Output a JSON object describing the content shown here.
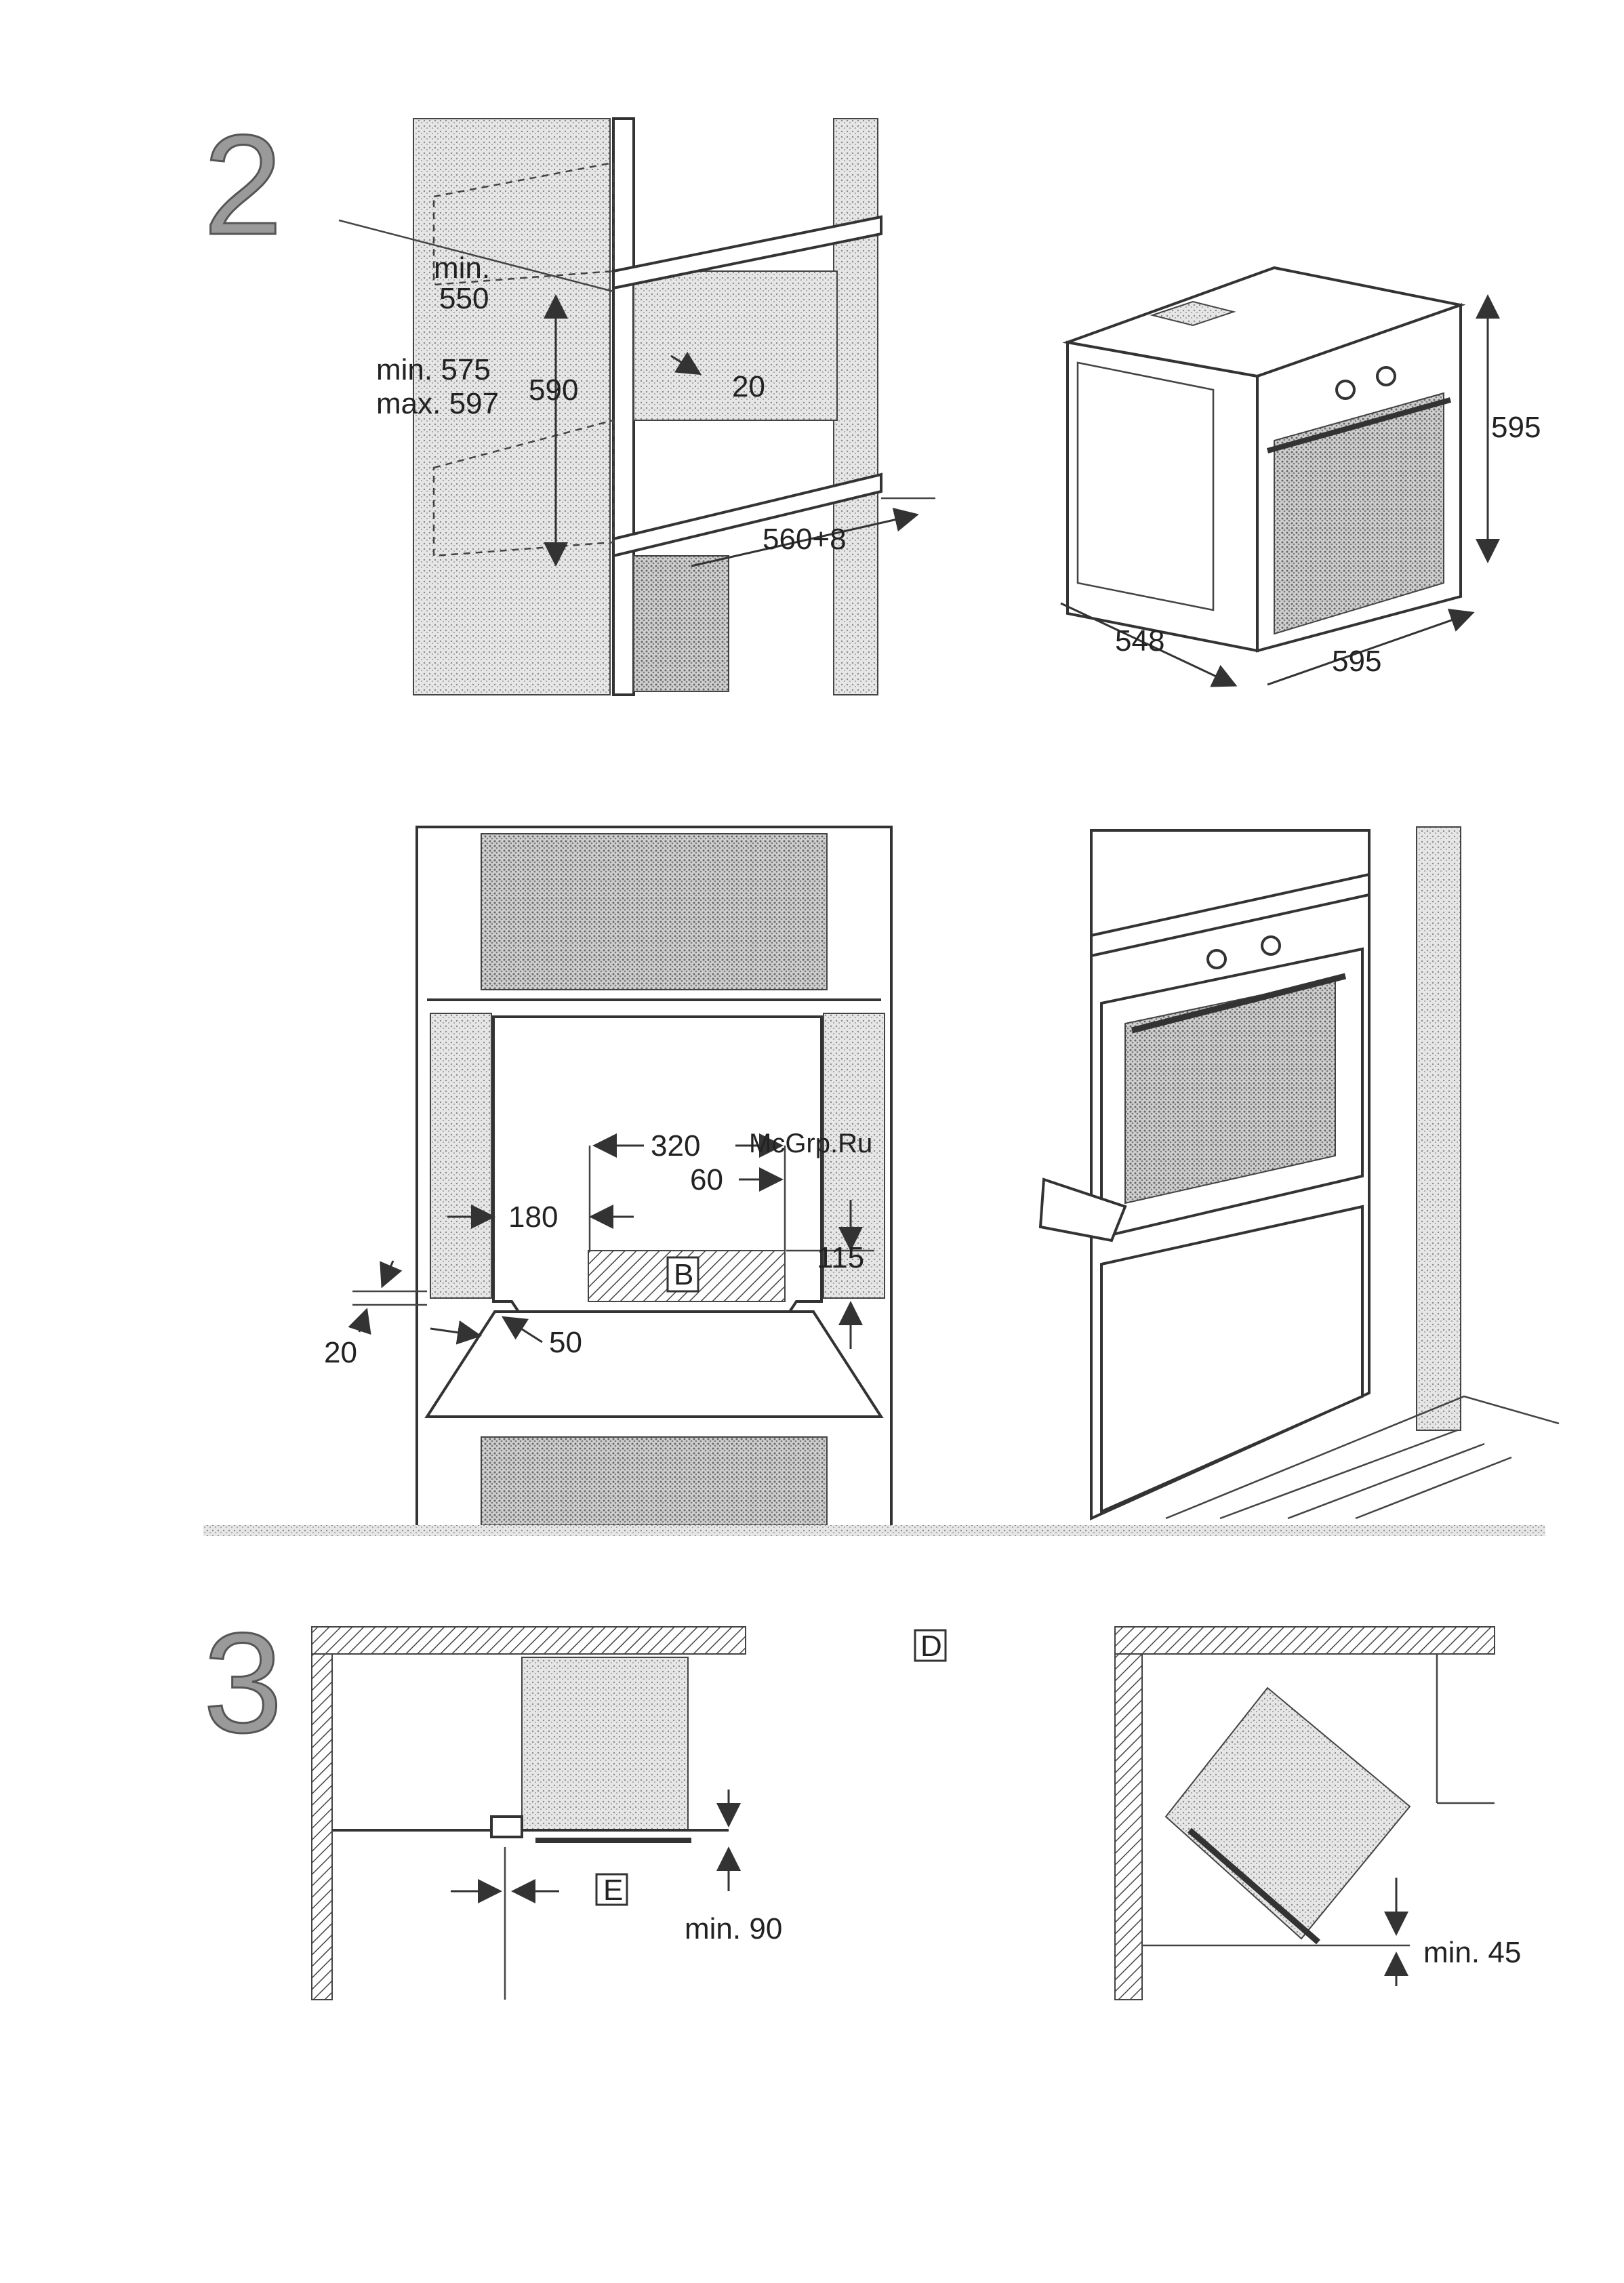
{
  "step_numbers": {
    "step2": "2",
    "step3": "3"
  },
  "fig_cabinet_top": {
    "min_label": "min.",
    "min_value": "550",
    "range_min": "min. 575",
    "range_max": "max. 597",
    "height": "590",
    "gap": "20",
    "width": "560+8"
  },
  "fig_oven_dims": {
    "height": "595",
    "depth": "548",
    "width": "595"
  },
  "fig_cutout": {
    "width": "320",
    "offset": "60",
    "left": "180",
    "height": "115",
    "bottom": "50",
    "side": "20",
    "zone_label": "B",
    "watermark": "McGrp.Ru"
  },
  "fig_plan_left": {
    "label_e": "E",
    "min": "min. 90"
  },
  "fig_plan_right": {
    "label_d": "D",
    "min": "min. 45"
  },
  "colors": {
    "watermark": "#d12a2a",
    "stipple": "#b8b8b8",
    "ink": "#333333"
  }
}
